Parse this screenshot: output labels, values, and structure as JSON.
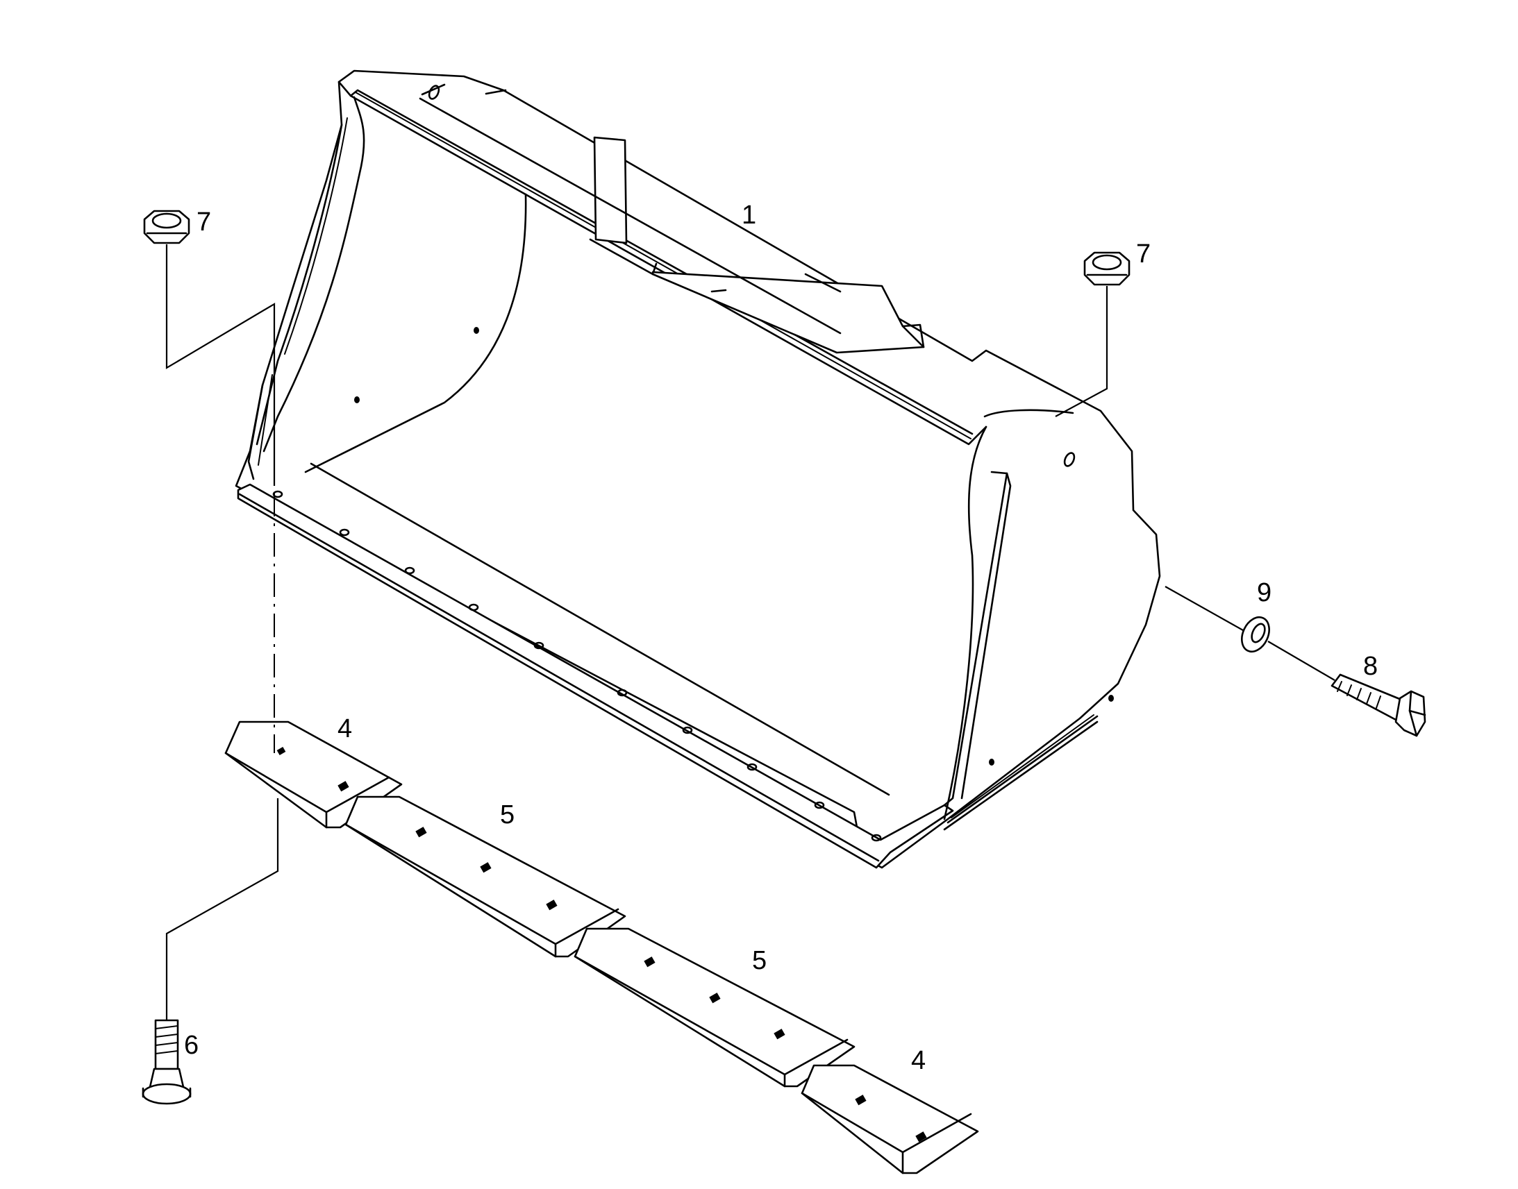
{
  "callouts": [
    {
      "id": "c1",
      "label": "1"
    },
    {
      "id": "c4a",
      "label": "4"
    },
    {
      "id": "c4b",
      "label": "4"
    },
    {
      "id": "c5a",
      "label": "5"
    },
    {
      "id": "c5b",
      "label": "5"
    },
    {
      "id": "c6",
      "label": "6"
    },
    {
      "id": "c7a",
      "label": "7"
    },
    {
      "id": "c7b",
      "label": "7"
    },
    {
      "id": "c8",
      "label": "8"
    },
    {
      "id": "c9",
      "label": "9"
    }
  ]
}
